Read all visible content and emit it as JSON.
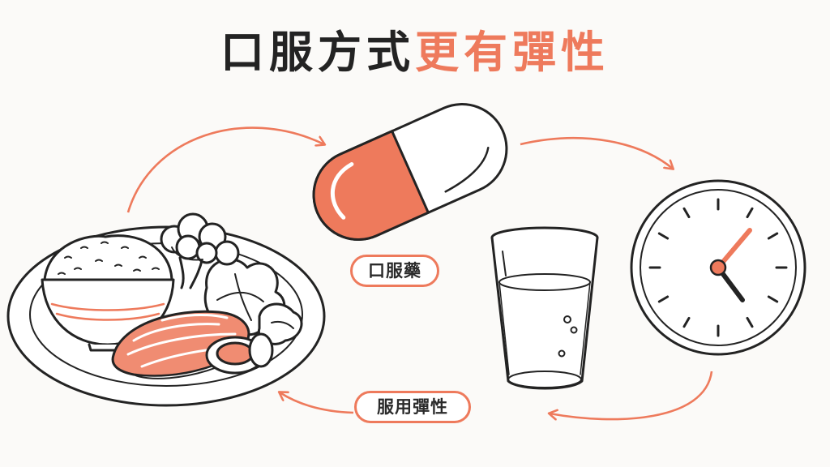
{
  "title": {
    "part1": "口服方式",
    "part2": "更有彈性"
  },
  "labels": {
    "oral_medicine": "口服藥",
    "flexible_dosing": "服用彈性"
  },
  "icons": {
    "meal": "meal-plate-icon",
    "capsule": "capsule-icon",
    "water": "water-glass-icon",
    "clock": "clock-icon"
  },
  "colors": {
    "accent": "#ee7a5c",
    "ink": "#232323",
    "background": "#fbfaf8"
  }
}
